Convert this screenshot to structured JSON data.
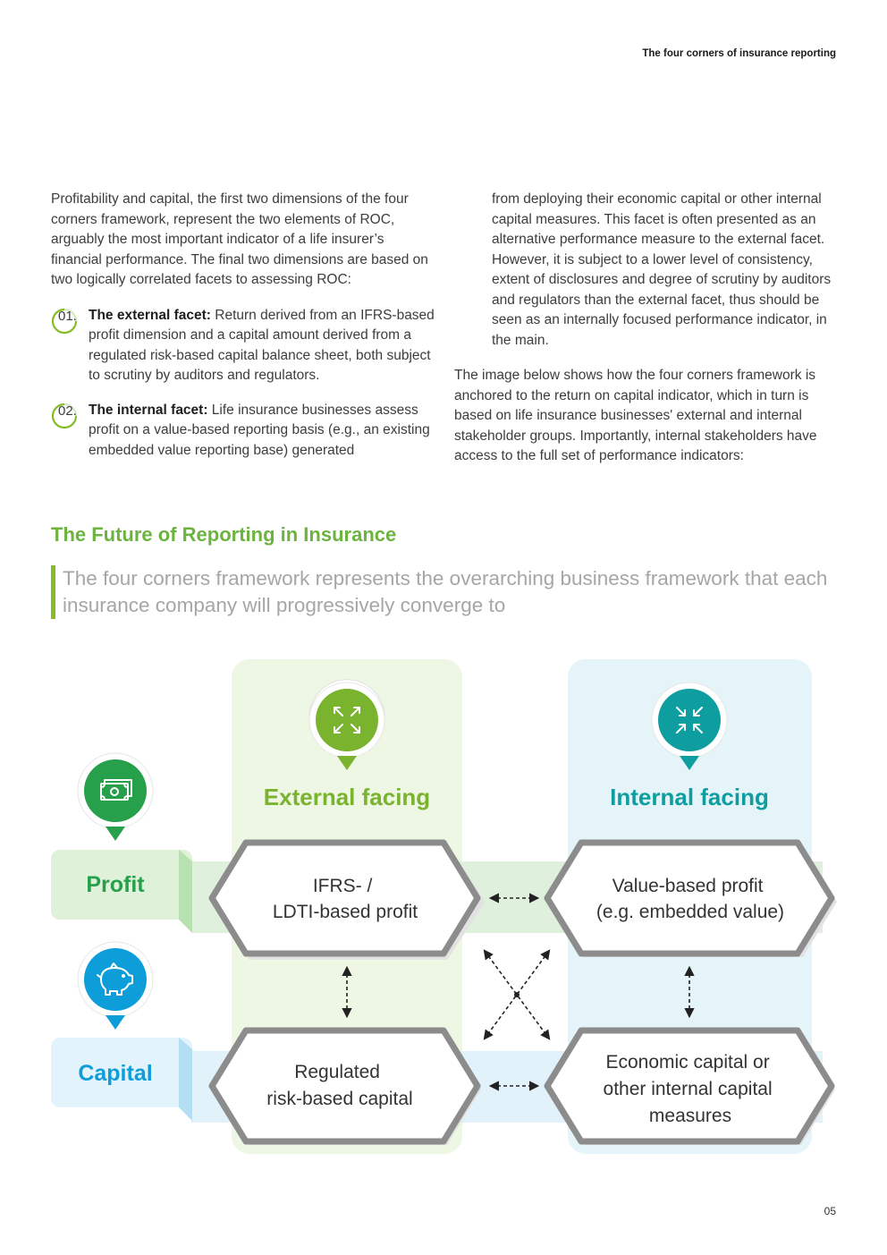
{
  "header": {
    "running_title": "The four corners of insurance reporting"
  },
  "intro": {
    "paragraph_1": "Profitability and capital, the first two dimensions of the four corners framework, represent the two elements of ROC, arguably the most important indicator of a life insurer’s financial performance. The final two dimensions are based on two logically correlated facets to assessing ROC:"
  },
  "facets": [
    {
      "number": "01.",
      "lead": "The external facet:",
      "text": " Return derived from an IFRS-based profit dimension and a capital amount derived from a regulated risk-based capital balance sheet, both subject to scrutiny by auditors and regulators."
    },
    {
      "number": "02.",
      "lead": "The internal facet:",
      "text": " Life insurance businesses assess profit on a value-based reporting basis (e.g., an existing embedded value reporting base) generated"
    }
  ],
  "right_column": {
    "continuation": "from deploying their economic capital or other internal capital measures. This facet is often presented as an alternative performance measure to the external facet. However, it is subject to a lower level of consistency, extent of disclosures and degree of scrutiny by auditors and regulators than the external facet, thus should be seen as an internally focused performance indicator, in the main.",
    "paragraph_2": "The image below shows how the four corners framework is anchored to the return on capital indicator, which in turn is based on life insurance businesses' external and internal stakeholder groups. Importantly, internal stakeholders have access to the full set of performance indicators:"
  },
  "section": {
    "title": "The Future of Reporting in Insurance",
    "quote": "The four corners framework represents the overarching business framework that each insurance company will progressively converge to"
  },
  "diagram": {
    "columns": {
      "external": "External facing",
      "internal": "Internal facing"
    },
    "rows": {
      "profit": "Profit",
      "capital": "Capital"
    },
    "cells": {
      "external_profit": [
        "IFRS- /",
        "LDTI-based profit"
      ],
      "internal_profit": [
        "Value-based profit",
        "(e.g. embedded value)"
      ],
      "external_capital": [
        "Regulated",
        "risk-based capital"
      ],
      "internal_capital": [
        "Economic capital or",
        "other internal capital",
        "measures"
      ]
    },
    "icons": {
      "external": "expand-arrows-icon",
      "internal": "collapse-arrows-icon",
      "profit": "banknote-icon",
      "capital": "piggy-bank-icon"
    },
    "colors": {
      "green": "#86bc25",
      "dark_green": "#26a04a",
      "teal": "#0f9ea0",
      "blue": "#0d9ed9",
      "green_band": "#dff1d9",
      "teal_band": "#e6f5f7",
      "blue_band": "#e2f3fb",
      "hex_border": "#8c8c8c"
    }
  },
  "footer": {
    "page_number": "05"
  }
}
